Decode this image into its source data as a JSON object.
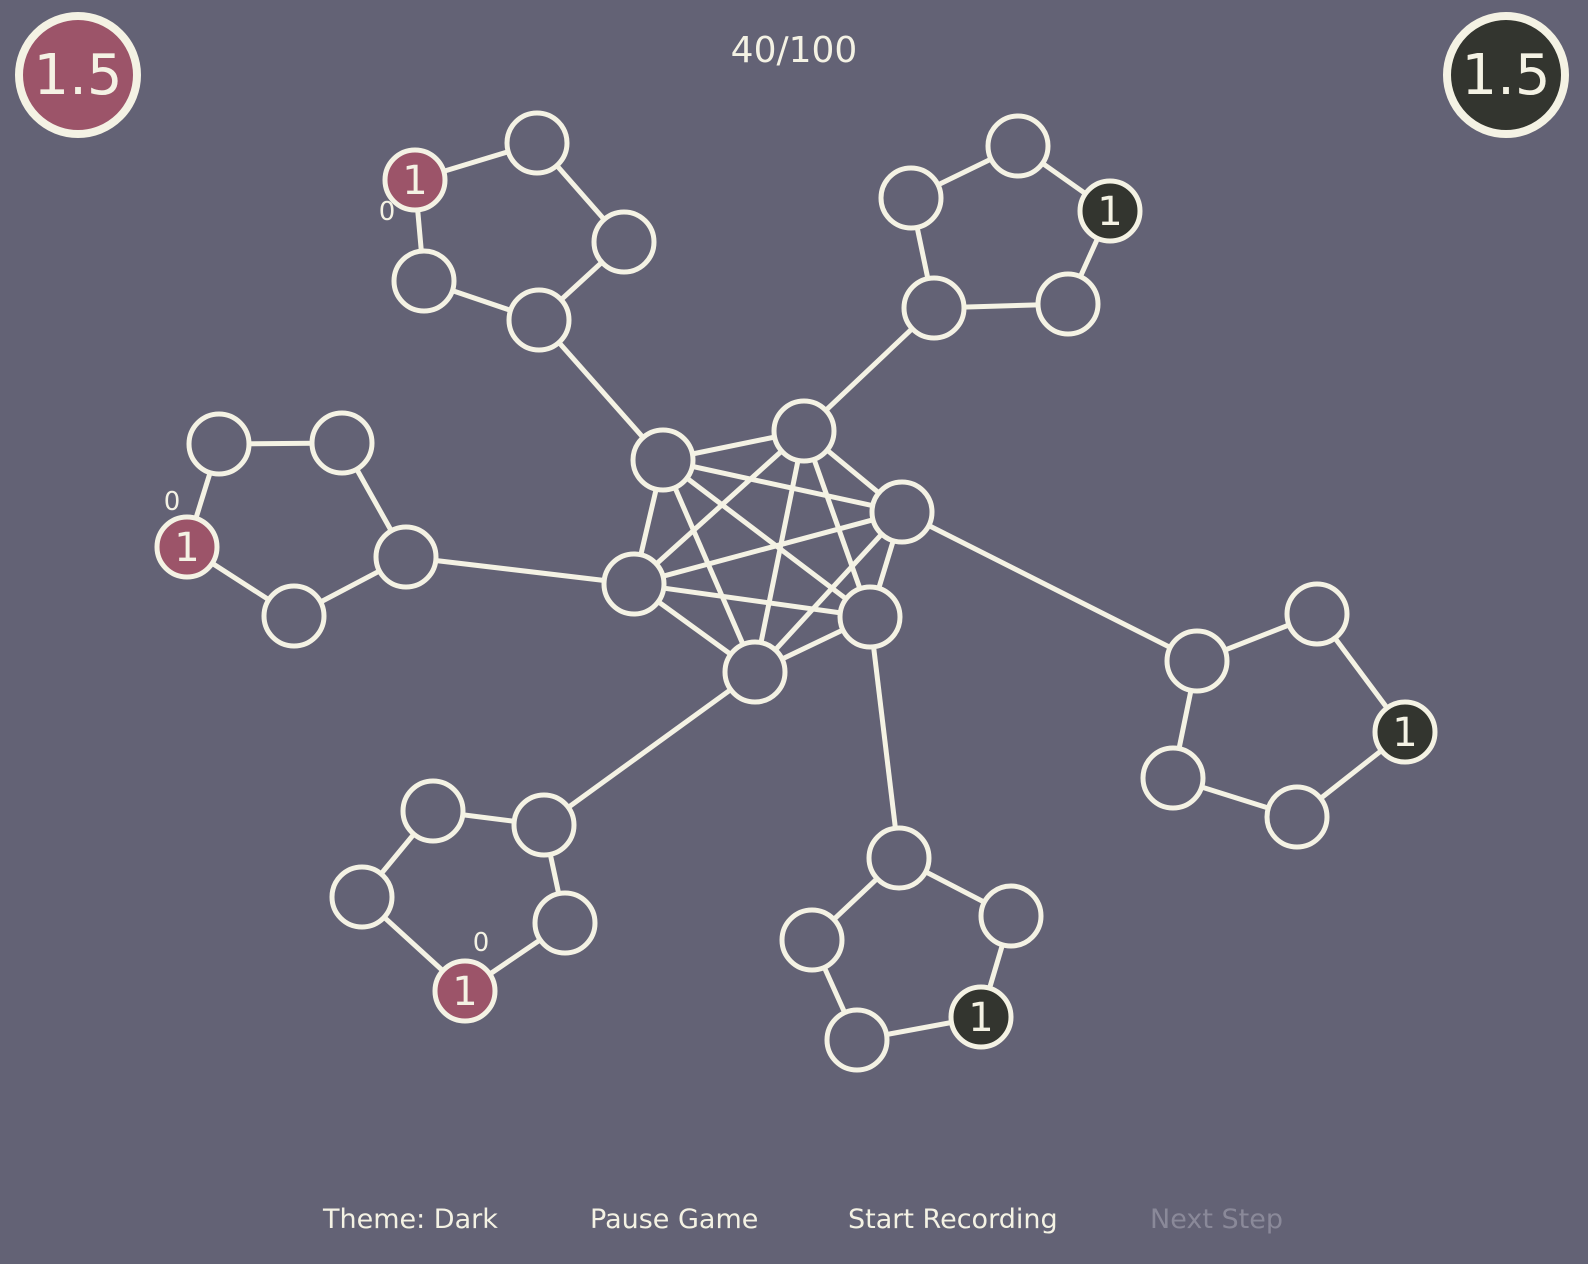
{
  "turn": {
    "current": 40,
    "total": 100,
    "text": "40/100"
  },
  "scores": {
    "left": {
      "value": "1.5",
      "color": "#9c5469"
    },
    "right": {
      "value": "1.5",
      "color": "#33352f"
    }
  },
  "colors": {
    "background": "#636275",
    "line": "#f4f2e4",
    "neutral_node": "#636275",
    "player_left": "#9c5469",
    "player_right": "#33352f"
  },
  "node_values": {
    "tl": "1",
    "ml": "1",
    "bl": "1",
    "tr": "1",
    "r": "1",
    "b": "1"
  },
  "annotations": {
    "tl": "0",
    "ml": "0",
    "bl": "0"
  },
  "controls": {
    "theme": "Theme: Dark",
    "pause": "Pause Game",
    "record": "Start Recording",
    "next": "Next Step"
  }
}
